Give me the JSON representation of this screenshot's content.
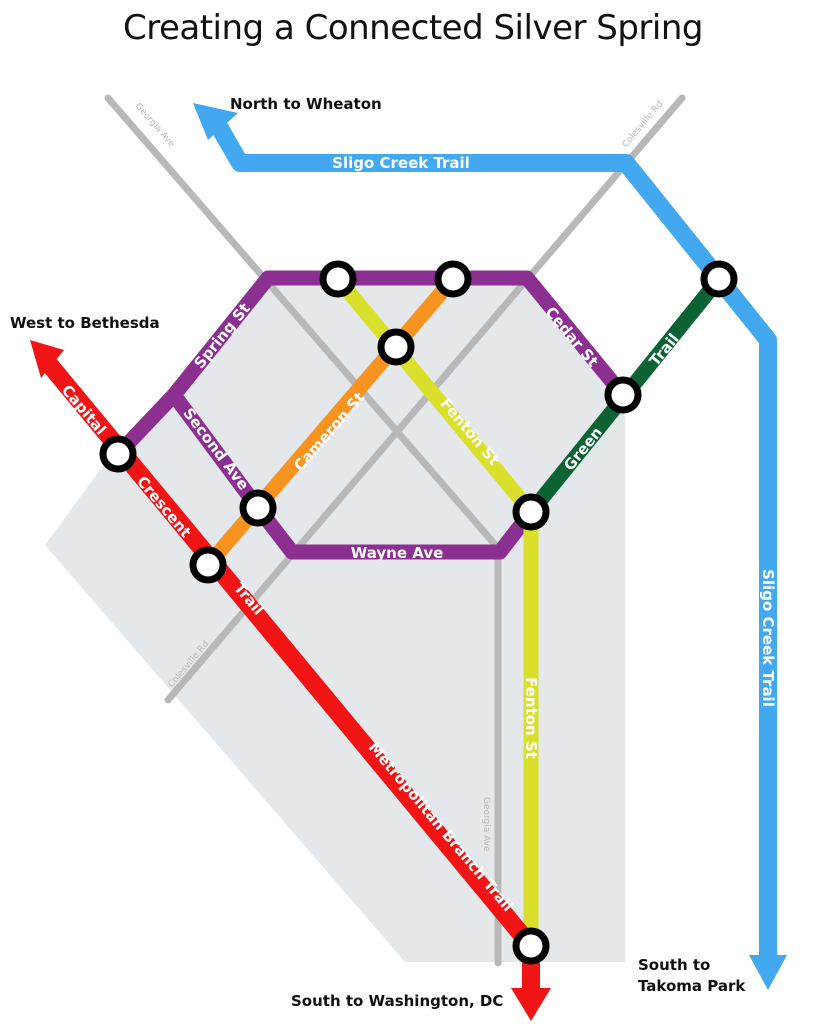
{
  "title": "Creating a Connected Silver Spring",
  "colors": {
    "area": "#e5e8ea",
    "road": "#b8b8b8",
    "sligo": "#42a8f0",
    "purple": "#8b2f91",
    "orange": "#f7931e",
    "yellow": "#d9df2a",
    "green": "#0b6333",
    "red": "#f01414"
  },
  "roads": {
    "georgia_top": "Georgia Ave",
    "georgia_bottom": "Georgia Ave",
    "colesville_top": "Colesville Rd",
    "colesville_bottom": "Colesville Rd"
  },
  "trails": {
    "sligo_top": "Sligo Creek Trail",
    "sligo_right": "Sligo Creek Trail",
    "spring": "Spring St",
    "cedar": "Cedar St",
    "second": "Second Ave",
    "cameron": "Cameron St",
    "fenton_diag": "Fenton St",
    "fenton_vert": "Fenton St",
    "wayne": "Wayne Ave",
    "green_1": "Green",
    "green_2": "Trail",
    "capital": "Capital",
    "crescent": "Crescent",
    "trail_word": "Trail",
    "metropolitan": "Metropolitan Branch Trail"
  },
  "destinations": {
    "north": "North to Wheaton",
    "west": "West to Bethesda",
    "south_dc": "South to Washington, DC",
    "south_takoma_1": "South to",
    "south_takoma_2": "Takoma Park"
  }
}
